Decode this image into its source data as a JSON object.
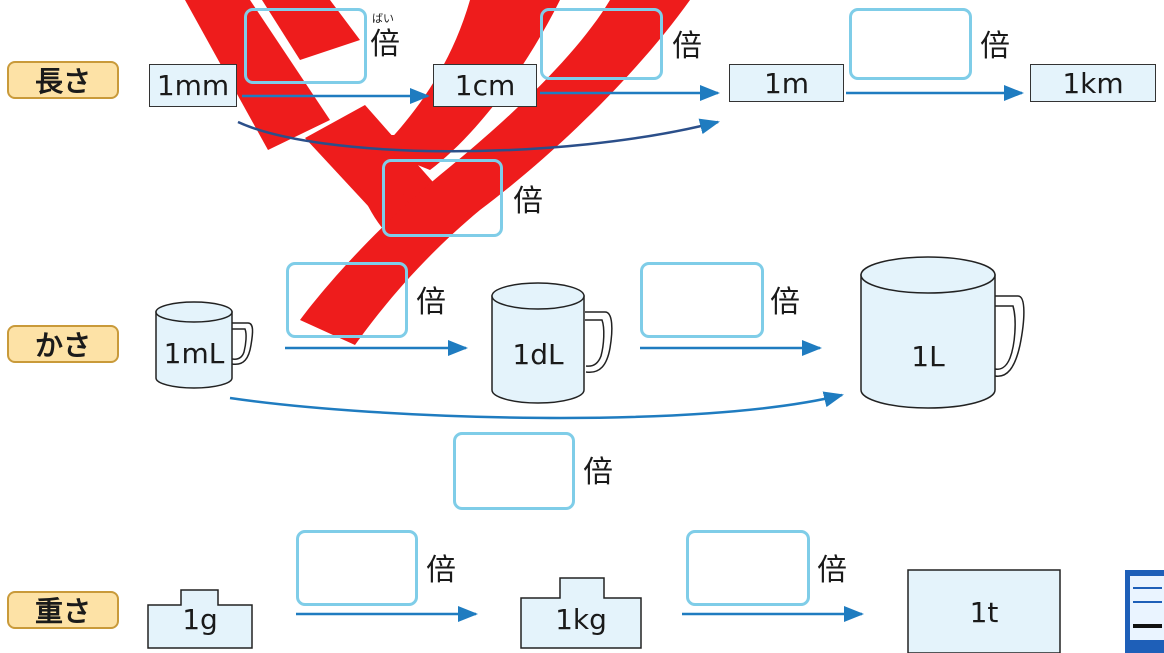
{
  "categories": {
    "length": "長さ",
    "volume": "かさ",
    "weight": "重さ"
  },
  "length": {
    "units": [
      "1mm",
      "1cm",
      "1m",
      "1km"
    ],
    "times_label": "倍",
    "ruby": "ばい"
  },
  "volume": {
    "units": [
      "1mL",
      "1dL",
      "1L"
    ],
    "times_label": "倍"
  },
  "weight": {
    "units": [
      "1g",
      "1kg",
      "1t"
    ],
    "times_label": "倍"
  },
  "colors": {
    "arrow": "#1f7cc0",
    "arrow_dark": "#2b4f8a",
    "answer_box": "#7fcde8",
    "unit_fill": "#e4f3fb",
    "category_fill": "#fde2a6",
    "watermark": "#ee1c1c"
  }
}
